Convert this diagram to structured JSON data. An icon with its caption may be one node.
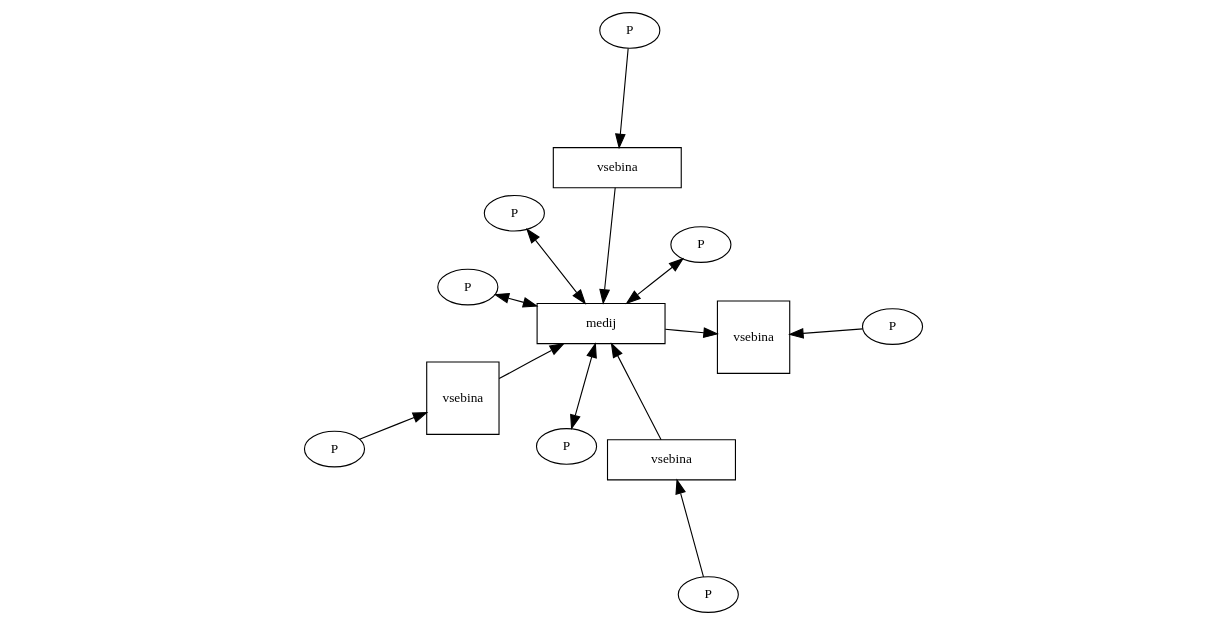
{
  "diagram": {
    "nodes": [
      {
        "text": [
          "P"
        ]
      },
      {
        "text": [
          "P"
        ]
      },
      {
        "text": [
          "vsebina"
        ]
      },
      {
        "text": [
          "P"
        ]
      },
      {
        "text": [
          "P"
        ]
      },
      {
        "text": [
          "vsebina"
        ]
      },
      {
        "text": [
          "medij"
        ]
      },
      {
        "text": [
          "vsebina"
        ]
      },
      {
        "text": [
          "P"
        ]
      },
      {
        "text": [
          "P"
        ]
      },
      {
        "text": [
          "vsebina"
        ]
      },
      {
        "text": [
          "P"
        ]
      },
      {
        "text": [
          "P"
        ]
      }
    ],
    "edges": [
      {
        "from": 0,
        "to": 2,
        "arrow": "to"
      },
      {
        "from": 2,
        "to": 6,
        "arrow": "to"
      },
      {
        "from": 4,
        "to": 5,
        "arrow": "to"
      },
      {
        "from": 5,
        "to": 6,
        "arrow": "to"
      },
      {
        "from": 8,
        "to": 7,
        "arrow": "to"
      },
      {
        "from": 7,
        "to": 6,
        "arrow": "to"
      },
      {
        "from": 6,
        "to": 10,
        "arrow": "to"
      },
      {
        "from": 12,
        "to": 10,
        "arrow": "to"
      },
      {
        "from": 6,
        "to": 1,
        "arrow": "both"
      },
      {
        "from": 6,
        "to": 3,
        "arrow": "both"
      },
      {
        "from": 6,
        "to": 9,
        "arrow": "both"
      },
      {
        "from": 6,
        "to": 11,
        "arrow": "both"
      }
    ]
  }
}
